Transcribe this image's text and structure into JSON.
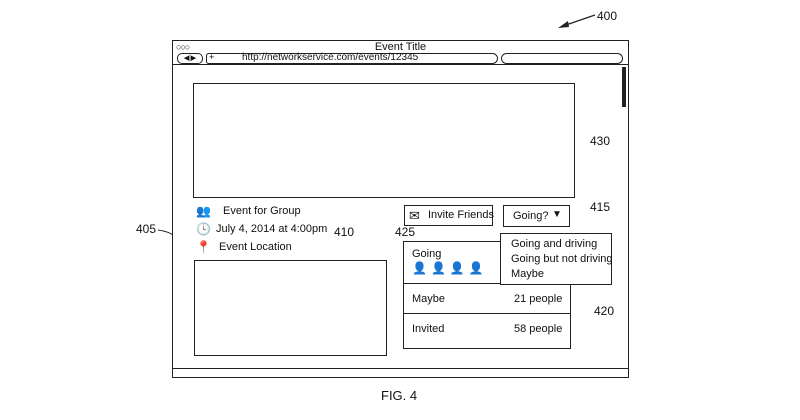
{
  "figure_ref": "400",
  "figure_caption": "FIG. 4",
  "window": {
    "title": "Event Title",
    "url": "http://networkservice.com/events/12345"
  },
  "event": {
    "group": "Event for Group",
    "datetime": "July 4, 2014 at 4:00pm",
    "location": "Event Location"
  },
  "invite_button": "Invite Friends",
  "rsvp_dropdown": {
    "selected": "Going?",
    "options": [
      "Going and driving",
      "Going but not driving",
      "Maybe"
    ]
  },
  "attendees": {
    "going_label": "Going",
    "rows": [
      {
        "label": "Maybe",
        "count": "21 people"
      },
      {
        "label": "Invited",
        "count": "58 people"
      }
    ]
  },
  "refs": {
    "image_main": "430",
    "event_info": "405",
    "image_secondary": "410",
    "attendee_panel": "425",
    "rsvp": "415",
    "dropdown": "420"
  }
}
